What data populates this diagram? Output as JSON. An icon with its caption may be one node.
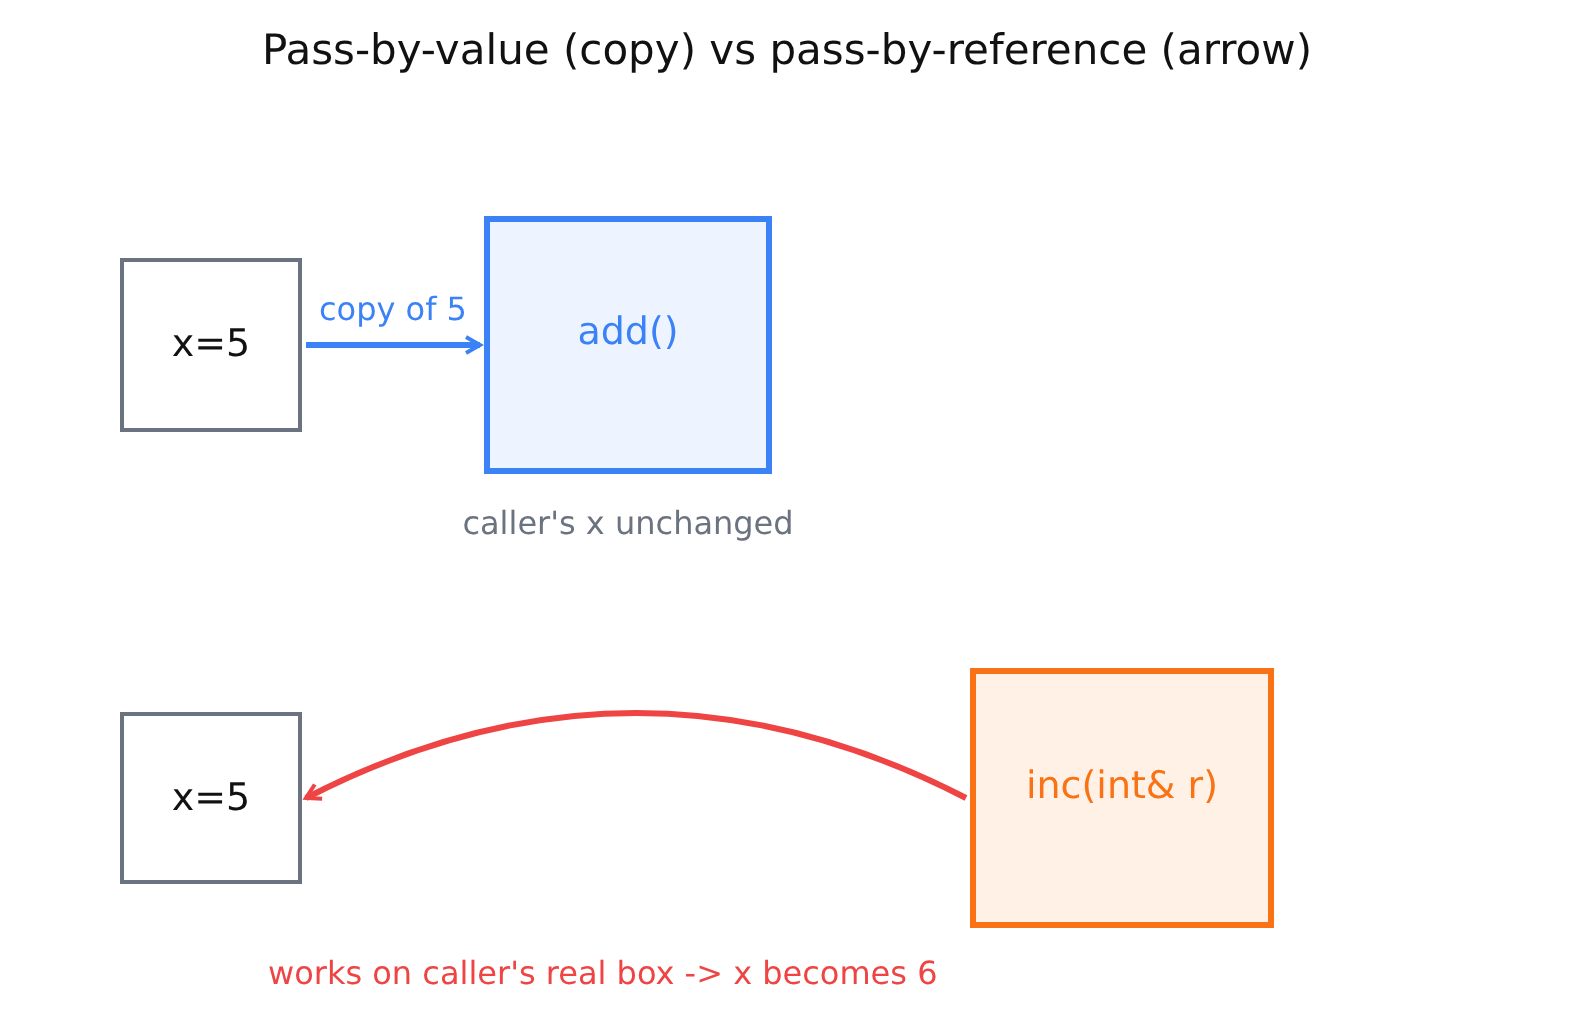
{
  "diagram": {
    "title": "Pass-by-value (copy) vs pass-by-reference (arrow)",
    "nodes": [
      {
        "text": [
          "x=5"
        ]
      },
      {
        "text": [
          "add()"
        ],
        "beside": [
          "caller's x unchanged"
        ]
      },
      {
        "text": [
          "x=5"
        ]
      },
      {
        "text": [
          "inc(int& r)"
        ]
      }
    ],
    "edges": [
      {
        "from": 0,
        "to": 1,
        "arrow": "to",
        "label": "copy of 5",
        "color": "#3b82f6"
      },
      {
        "from": 3,
        "to": 2,
        "arrow": "to",
        "color": "#ef4444"
      }
    ],
    "labels": [
      "works on caller's real box -> x becomes 6"
    ]
  }
}
